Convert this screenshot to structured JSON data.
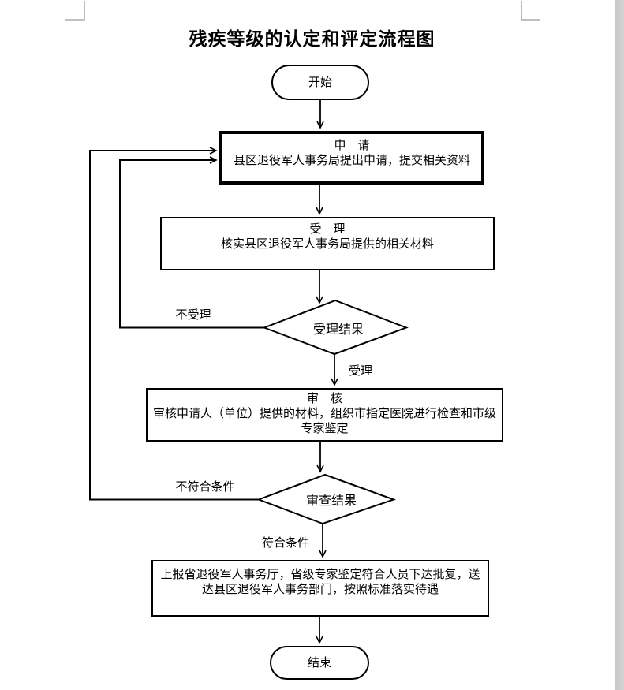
{
  "title": "残疾等级的认定和评定流程图",
  "nodes": {
    "start": {
      "label": "开始"
    },
    "apply": {
      "heading": "申　请",
      "desc": "县区退役军人事务局提出申请，提交相关资料"
    },
    "accept": {
      "heading": "受　理",
      "desc": "核实县区退役军人事务局提供的相关材料"
    },
    "accept_result": {
      "label": "受理结果"
    },
    "review": {
      "heading": "审　核",
      "desc": "审核申请人（单位）提供的材料，组织市指定医院进行检查和市级专家鉴定"
    },
    "review_result": {
      "label": "审查结果"
    },
    "report": {
      "desc": "上报省退役军人事务厅，省级专家鉴定符合人员下达批复，送达县区退役军人事务部门，按照标准落实待遇"
    },
    "end": {
      "label": "结束"
    }
  },
  "edge_labels": {
    "not_accepted": "不受理",
    "accepted": "受理",
    "not_qualified": "不符合条件",
    "qualified": "符合条件"
  },
  "colors": {
    "line": "#000000",
    "corner_mark": "#ababab",
    "page_edge": "#d3d3d3"
  }
}
